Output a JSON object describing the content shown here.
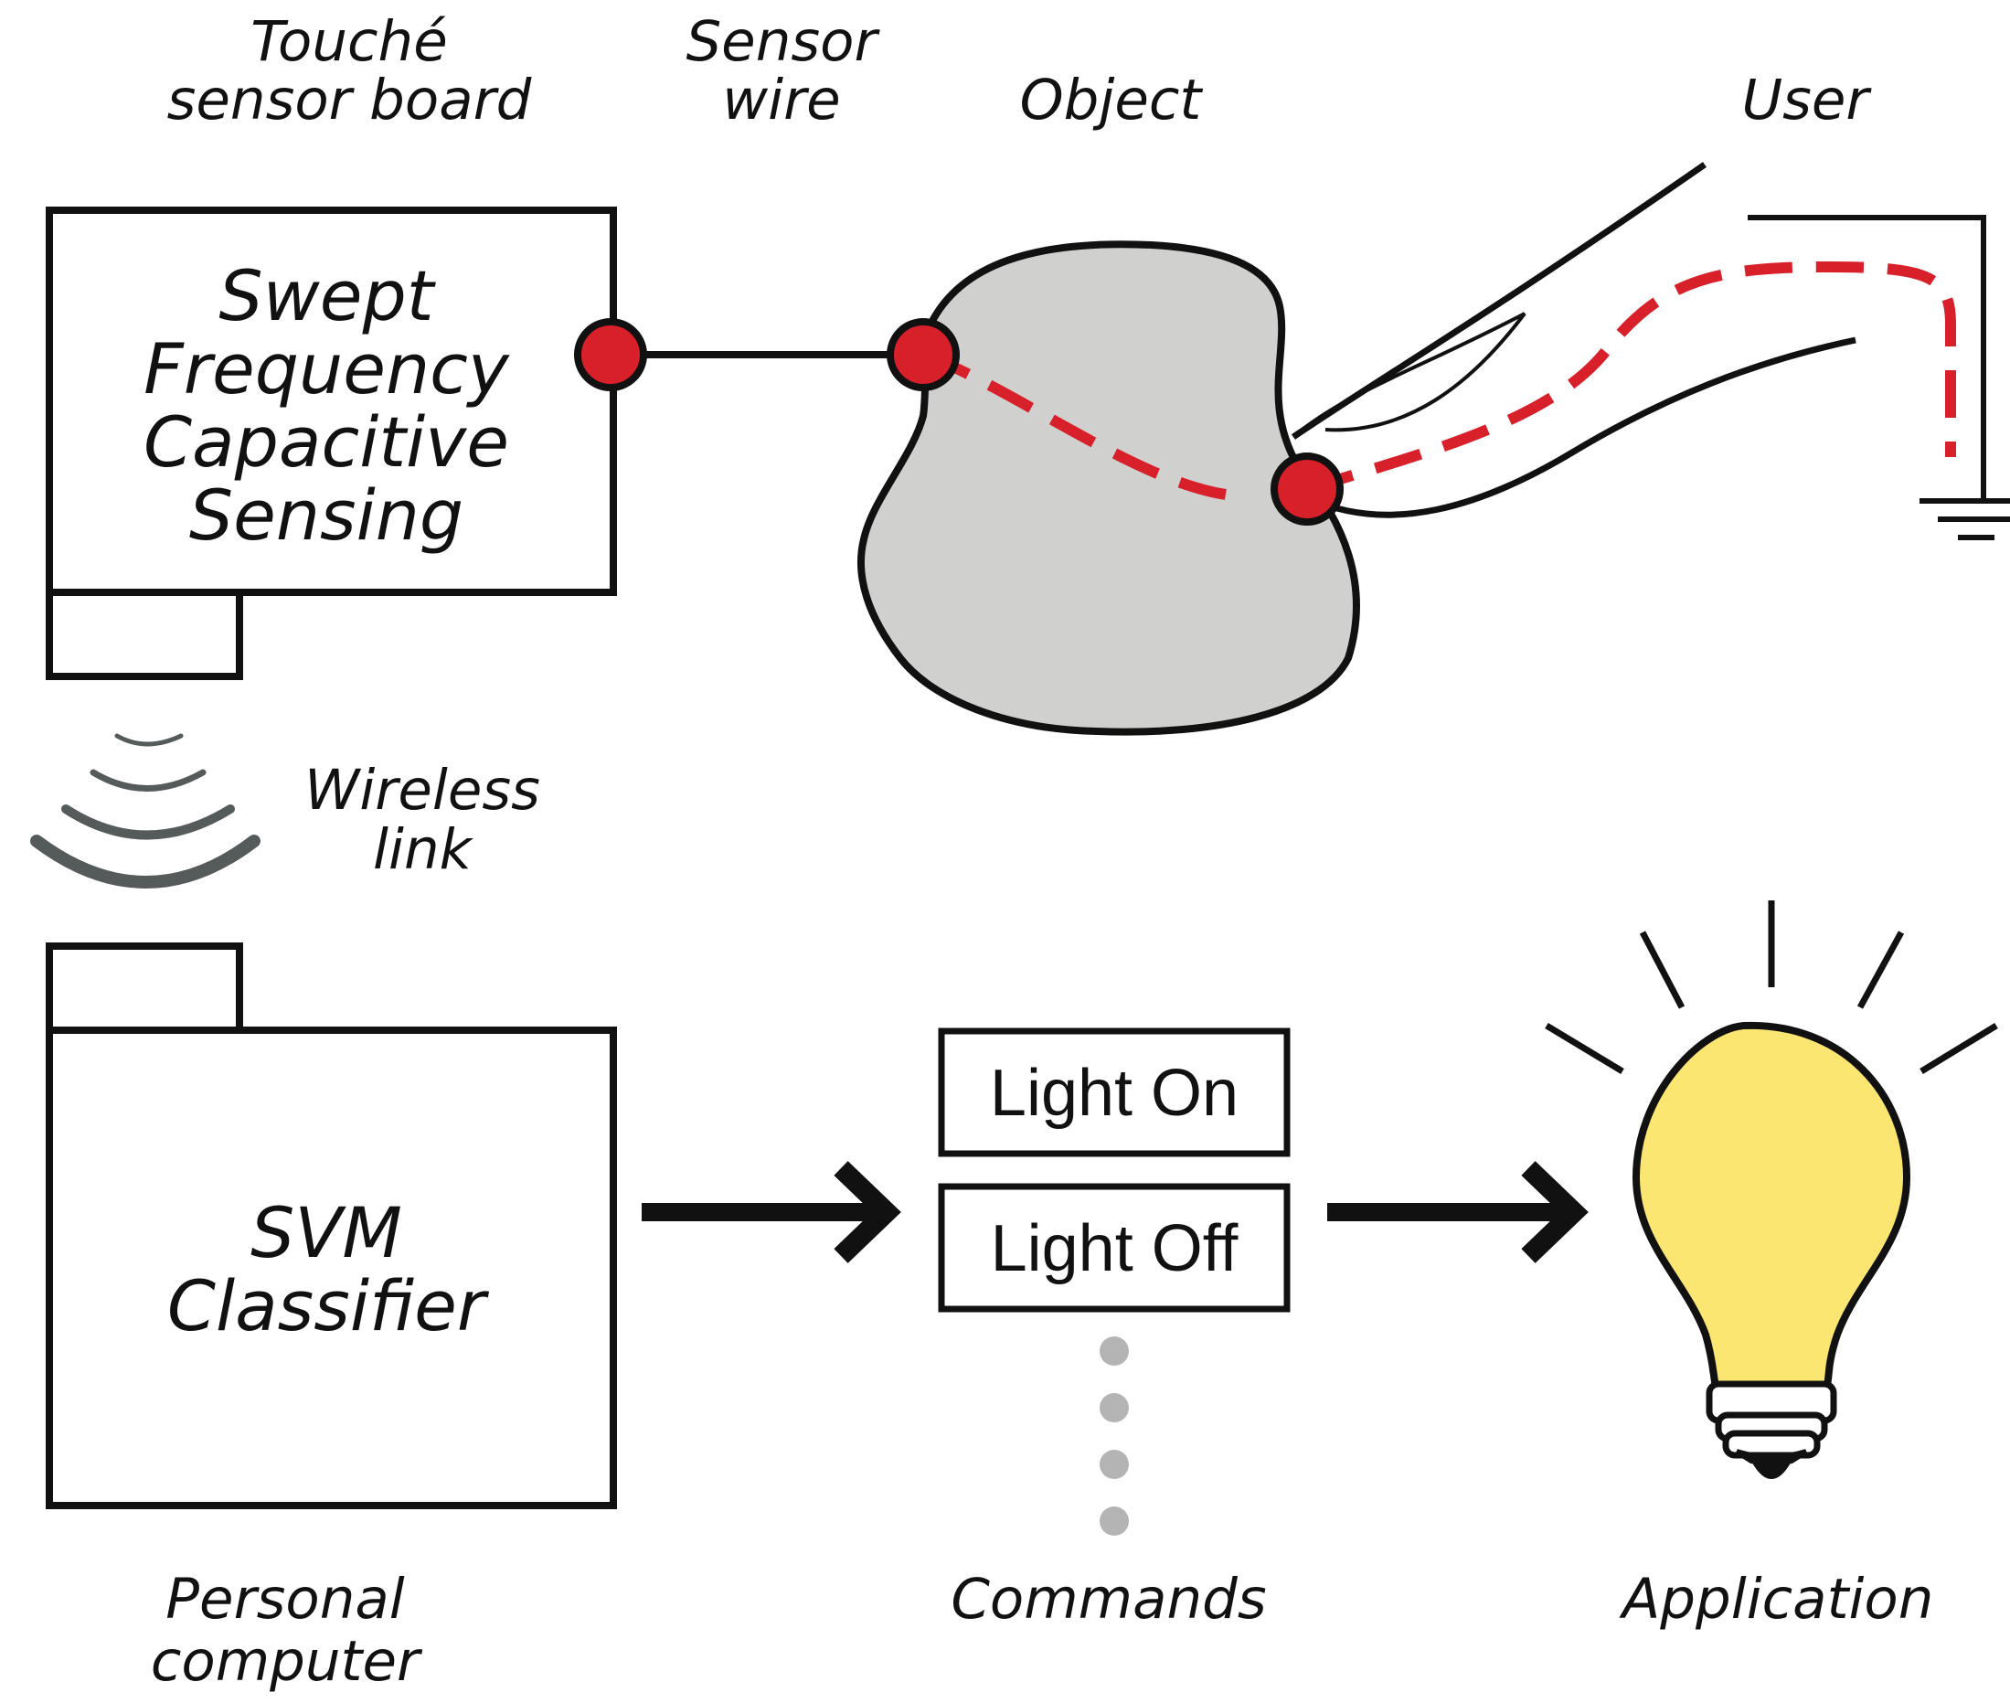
{
  "labels": {
    "sensor_board": [
      "Touché",
      "sensor board"
    ],
    "sensor_wire": [
      "Sensor",
      "wire"
    ],
    "object": "Object",
    "user": "User",
    "wireless_link": [
      "Wireless",
      "link"
    ],
    "personal_computer": [
      "Personal",
      "computer"
    ],
    "commands": "Commands",
    "application": "Application"
  },
  "sensor_box": {
    "lines": [
      "Swept",
      "Frequency",
      "Capacitive",
      "Sensing"
    ]
  },
  "classifier_box": {
    "lines": [
      "SVM",
      "Classifier"
    ]
  },
  "command_items": [
    "Light On",
    "Light Off"
  ],
  "colors": {
    "accent_red": "#d8202a",
    "object_fill": "#d0d0ce",
    "bulb_fill": "#fbe672",
    "stroke": "#111111",
    "ellipsis_gray": "#b4b4b4",
    "wireless_gray": "#555a5a"
  },
  "icons": [
    "ground-icon",
    "wireless-signal-icon",
    "light-bulb-icon",
    "arrow-right-icon"
  ]
}
